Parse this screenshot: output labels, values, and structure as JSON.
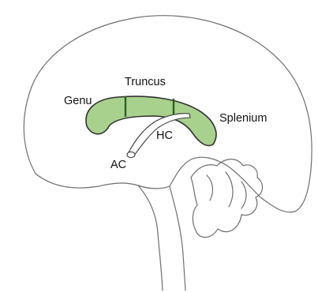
{
  "labels": {
    "truncus": "Truncus",
    "genu": "Genu",
    "splenium": "Splenium",
    "hc": "HC",
    "ac": "AC"
  },
  "colors": {
    "corpus_callosum_fill": "#a9d18e",
    "corpus_callosum_divider": "#2f5f23",
    "outline": "#6e6e6e",
    "text": "#111111"
  }
}
